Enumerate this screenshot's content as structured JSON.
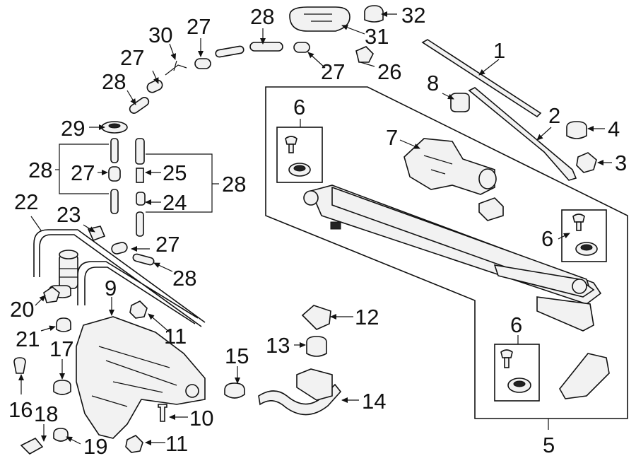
{
  "diagram": {
    "callouts": [
      {
        "id": "c1",
        "label": "1"
      },
      {
        "id": "c2",
        "label": "2"
      },
      {
        "id": "c3",
        "label": "3"
      },
      {
        "id": "c4",
        "label": "4"
      },
      {
        "id": "c5",
        "label": "5"
      },
      {
        "id": "c6a",
        "label": "6"
      },
      {
        "id": "c6b",
        "label": "6"
      },
      {
        "id": "c6c",
        "label": "6"
      },
      {
        "id": "c7",
        "label": "7"
      },
      {
        "id": "c8",
        "label": "8"
      },
      {
        "id": "c9",
        "label": "9"
      },
      {
        "id": "c10",
        "label": "10"
      },
      {
        "id": "c11a",
        "label": "11"
      },
      {
        "id": "c11b",
        "label": "11"
      },
      {
        "id": "c12",
        "label": "12"
      },
      {
        "id": "c13",
        "label": "13"
      },
      {
        "id": "c14",
        "label": "14"
      },
      {
        "id": "c15",
        "label": "15"
      },
      {
        "id": "c16",
        "label": "16"
      },
      {
        "id": "c17",
        "label": "17"
      },
      {
        "id": "c18",
        "label": "18"
      },
      {
        "id": "c19",
        "label": "19"
      },
      {
        "id": "c20",
        "label": "20"
      },
      {
        "id": "c21",
        "label": "21"
      },
      {
        "id": "c22",
        "label": "22"
      },
      {
        "id": "c23",
        "label": "23"
      },
      {
        "id": "c24",
        "label": "24"
      },
      {
        "id": "c25",
        "label": "25"
      },
      {
        "id": "c26",
        "label": "26"
      },
      {
        "id": "c27a",
        "label": "27"
      },
      {
        "id": "c27b",
        "label": "27"
      },
      {
        "id": "c27c",
        "label": "27"
      },
      {
        "id": "c27d",
        "label": "27"
      },
      {
        "id": "c27e",
        "label": "27"
      },
      {
        "id": "c28a",
        "label": "28"
      },
      {
        "id": "c28b",
        "label": "28"
      },
      {
        "id": "c28c",
        "label": "28"
      },
      {
        "id": "c28d",
        "label": "28"
      },
      {
        "id": "c28e",
        "label": "28"
      },
      {
        "id": "c29",
        "label": "29"
      },
      {
        "id": "c30",
        "label": "30"
      },
      {
        "id": "c31",
        "label": "31"
      },
      {
        "id": "c32",
        "label": "32"
      }
    ]
  }
}
